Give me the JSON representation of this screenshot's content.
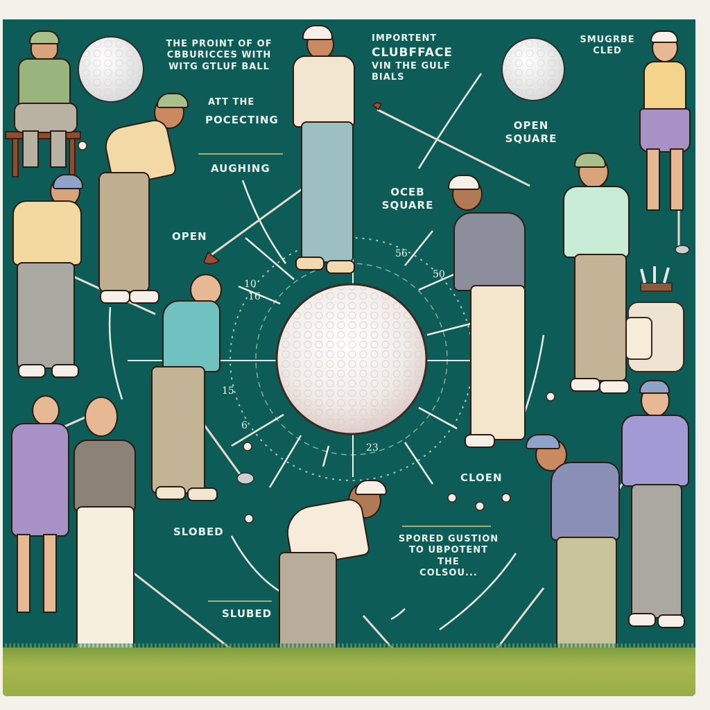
{
  "infographic": {
    "background_color": "#0d5c57",
    "page_color": "#f3f1ea",
    "grass_color": "#9db04a",
    "labels": {
      "top_left_caption": "The proint of of\nCbburicces with\nwitg Gtluf ball",
      "top_center_caption_small": "Importent",
      "top_center_caption_large": "Clubfface",
      "top_center_caption_rest": "vin the gulf\nbials",
      "top_right_caption": "Smugrbe\ncled",
      "at_the": "Att the",
      "pocecting": "Pocecting",
      "aughing": "Aughing",
      "open_left": "Open",
      "open_square_right": "Open\nsquare",
      "oceb_square": "Oceb\nsquare",
      "cloen": "Cloen",
      "slobed": "Slobed",
      "slubed": "Slubed",
      "bottom_right_caption": "Spored gustion\nto ubpotent\nthe\ncolsou..."
    },
    "dial": {
      "numbers": [
        "10",
        "16",
        "15",
        "6",
        "23",
        "56",
        "50"
      ]
    },
    "figures": [
      "seated-golfer",
      "golfer-addressing-ball-left",
      "golfer-top-center-backswing",
      "golfer-mid-left-swing",
      "golfer-right-backswing",
      "golfer-right-gloving",
      "female-golfer-top-right",
      "female-golfers-bottom-left",
      "golfer-bottom-center-putting",
      "golfer-bottom-right-putting",
      "golfer-far-right-standing"
    ]
  }
}
